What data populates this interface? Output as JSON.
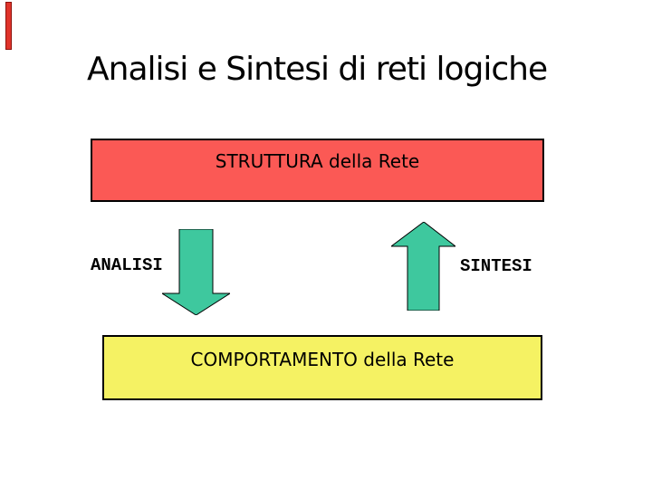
{
  "slide": {
    "title": "Analisi e Sintesi di reti logiche",
    "structure_box_label": "STRUTTURA della Rete",
    "behavior_box_label": "COMPORTAMENTO della Rete",
    "analysis_label": "ANALISI",
    "synthesis_label": "SINTESI"
  },
  "colors": {
    "structure_box_fill": "#FB5955",
    "behavior_box_fill": "#F5F263",
    "arrow_fill": "#3EC89E",
    "outline": "#000000",
    "accent_bar_fill": "#E0342B"
  }
}
